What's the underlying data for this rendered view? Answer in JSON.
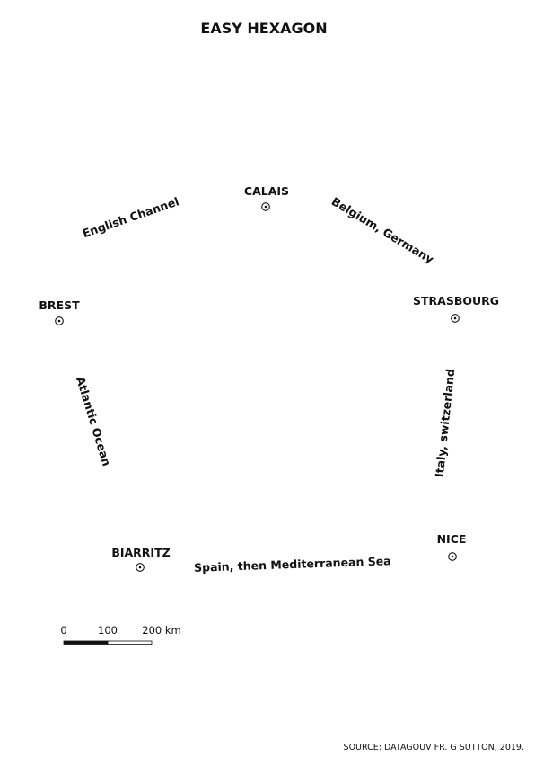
{
  "title": "EASY HEXAGON",
  "cities": {
    "calais": "CALAIS",
    "brest": "BREST",
    "strasbourg": "STRASBOURG",
    "biarritz": "BIARRITZ",
    "nice": "NICE"
  },
  "borders": {
    "english_channel": "English Channel",
    "belgium_germany": "Belgium, Germany",
    "atlantic_ocean": "Atlantic Ocean",
    "italy_switzerland": "Italy, switzerland",
    "spain_mediterranean": "Spain, then Mediterranean Sea"
  },
  "scale_bar": {
    "label_0": "0",
    "label_100": "100",
    "label_200": "200 km"
  },
  "source": "SOURCE: DATAGOUV FR. G SUTTON, 2019.",
  "city_marker_icon": "circle-dot-icon"
}
